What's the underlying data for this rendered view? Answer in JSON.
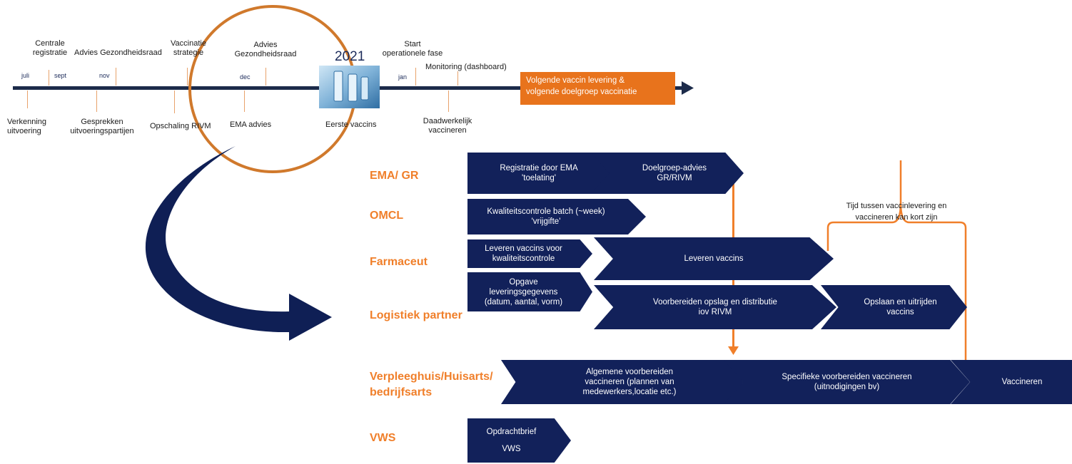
{
  "timeline": {
    "months": {
      "juli": "juli",
      "sept": "sept",
      "nov": "nov",
      "dec": "dec",
      "jan": "jan"
    },
    "year": "2021",
    "above": {
      "centrale_registratie": "Centrale\nregistratie",
      "advies_gr_1": "Advies Gezondheidsraad",
      "vaccinatie_strategie": "Vaccinatie\nstrategie",
      "advies_gr_2": "Advies\nGezondheidsraad",
      "start_operationele_fase": "Start\noperationele fase",
      "monitoring": "Monitoring (dashboard)"
    },
    "below": {
      "verkenning": "Verkenning\nuitvoering",
      "gesprekken": "Gesprekken\nuitvoeringspartijen",
      "opschaling": "Opschaling RIVM",
      "ema_advies": "EMA advies",
      "eerste_vaccins": "Eerste vaccins",
      "daadwerkelijk": "Daadwerkelijk\nvaccineren"
    },
    "next_box": "Volgende vaccin levering &\nvolgende doelgroep vaccinatie"
  },
  "lanes": {
    "ema_gr": "EMA/ GR",
    "omcl": "OMCL",
    "farmaceut": "Farmaceut",
    "logistiek": "Logistiek partner",
    "verpleeghuis": "Verpleeghuis/Huisarts/\nbedrijfsarts",
    "vws": "VWS"
  },
  "steps": {
    "registratie_ema": "Registratie door EMA\n'toelating'",
    "doelgroep_advies": "Doelgroep-advies\nGR/RIVM",
    "kwaliteitscontrole": "Kwaliteitscontrole batch (~week)\n'vrijgifte'",
    "leveren_kwaliteit": "Leveren vaccins voor\nkwaliteitscontrole",
    "leveren_vaccins": "Leveren vaccins",
    "opgave": "Opgave\nleveringsgegevens\n(datum, aantal, vorm)",
    "voorbereiden_opslag": "Voorbereiden opslag en distributie\niov RIVM",
    "opslaan": "Opslaan en uitrijden\nvaccins",
    "algemene": "Algemene voorbereiden\nvaccineren (plannen van\nmedewerkers,locatie etc.)",
    "specifieke": "Specifieke voorbereiden vaccineren\n(uitnodigingen bv)",
    "vaccineren": "Vaccineren",
    "opdrachtbrief": "Opdrachtbrief\nVWS"
  },
  "callout": "Tijd tussen vaccinlevering en\nvaccineren kan kort zijn",
  "colors": {
    "navy": "#12215a",
    "orange": "#f07f2a",
    "orange_box": "#e8731c",
    "axis": "#1c2b4a"
  }
}
